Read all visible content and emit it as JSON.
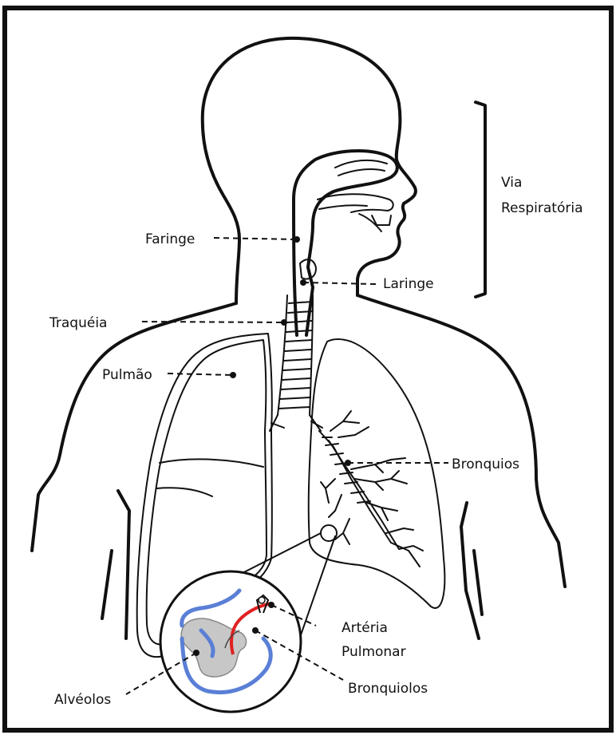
{
  "colors": {
    "line": "#111111",
    "artery": "#e02020",
    "alveoli_outline": "#5a7fd6",
    "alveoli_fill": "#bdbdbd"
  },
  "labels": {
    "faringe": "Faringe",
    "laringe": "Laringe",
    "traqueia": "Traquéia",
    "pulmao": "Pulmão",
    "bronquios": "Bronquios",
    "via_line1": "Via",
    "via_line2": "Respiratória",
    "arteria_line1": "Artéria",
    "arteria_line2": "Pulmonar",
    "alveolos": "Alvéolos",
    "bronquiolos": "Bronquiolos"
  }
}
